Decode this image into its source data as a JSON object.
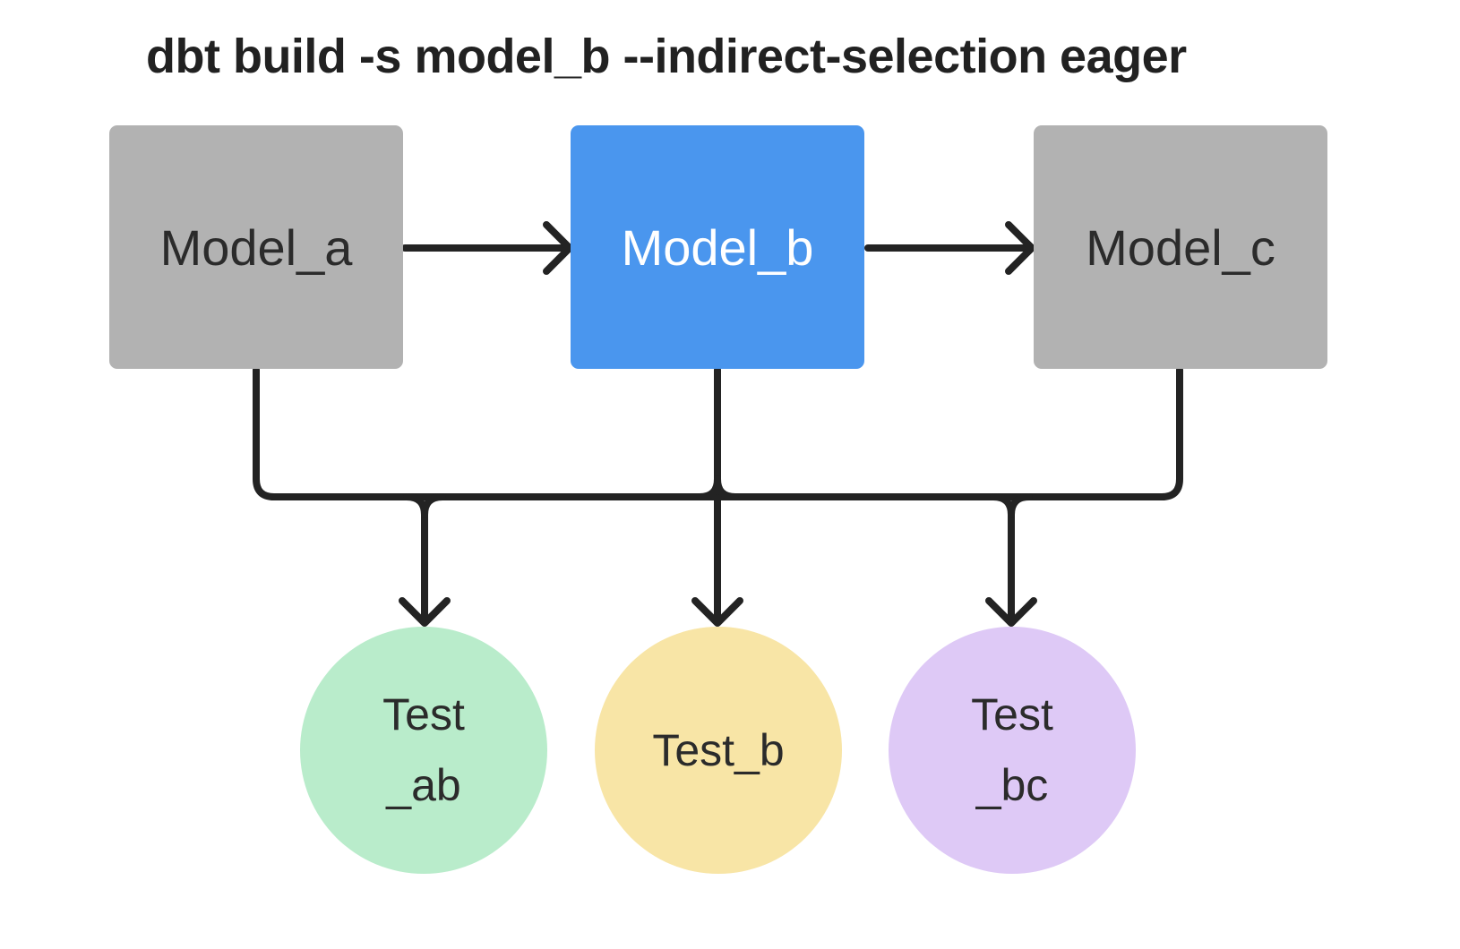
{
  "title": "dbt build -s model_b --indirect-selection eager",
  "nodes": {
    "model_a": {
      "label": "Model_a",
      "type": "model",
      "fill": "#b2b2b2",
      "text_color": "#2b2b2b",
      "selected": false
    },
    "model_b": {
      "label": "Model_b",
      "type": "model",
      "fill": "#4a96ee",
      "text_color": "#ffffff",
      "selected": true
    },
    "model_c": {
      "label": "Model_c",
      "type": "model",
      "fill": "#b2b2b2",
      "text_color": "#2b2b2b",
      "selected": false
    },
    "test_ab": {
      "label": "Test _ab",
      "line1": "Test",
      "line2": "_ab",
      "type": "test",
      "fill": "#b9eccb",
      "text_color": "#2b2b2b"
    },
    "test_b": {
      "label": "Test_b",
      "type": "test",
      "fill": "#f8e5a6",
      "text_color": "#2b2b2b"
    },
    "test_bc": {
      "label": "Test _bc",
      "line1": "Test",
      "line2": "_bc",
      "type": "test",
      "fill": "#dec9f6",
      "text_color": "#2b2b2b"
    }
  },
  "edges": [
    {
      "from": [
        "model_a"
      ],
      "to": "model_b",
      "style": "arrow-right"
    },
    {
      "from": [
        "model_b"
      ],
      "to": "model_c",
      "style": "arrow-right"
    },
    {
      "from": [
        "model_a",
        "model_b"
      ],
      "to": "test_ab",
      "style": "merge-arrow-down"
    },
    {
      "from": [
        "model_b"
      ],
      "to": "test_b",
      "style": "arrow-down"
    },
    {
      "from": [
        "model_b",
        "model_c"
      ],
      "to": "test_bc",
      "style": "merge-arrow-down"
    }
  ],
  "colors": {
    "background": "#ffffff",
    "arrow": "#232323",
    "model_default_fill": "#b2b2b2",
    "model_selected_fill": "#4a96ee",
    "test_ab_fill": "#b9eccb",
    "test_b_fill": "#f8e5a6",
    "test_bc_fill": "#dec9f6",
    "title_color": "#212121"
  }
}
